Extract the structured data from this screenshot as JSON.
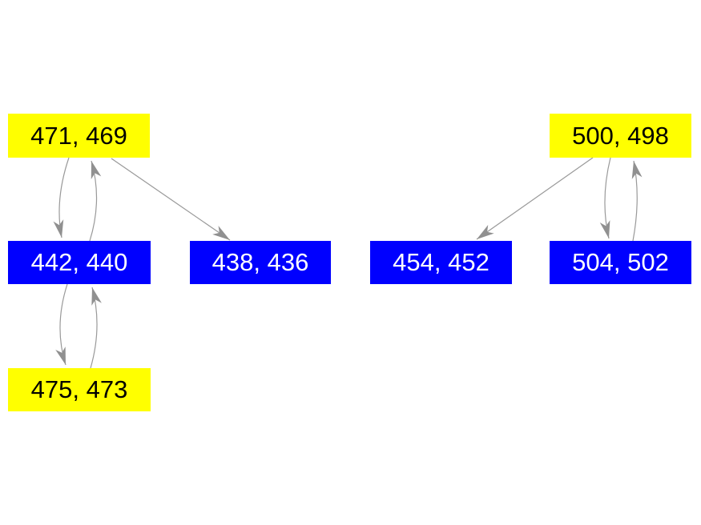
{
  "diagram": {
    "background_color": "#ffffff",
    "edge_color": "#999999",
    "arrowhead_color": "#909090",
    "node_fill_yellow": "#ffff00",
    "node_fill_blue": "#0000ff",
    "nodes": [
      {
        "id": "node-471-469",
        "label": "471, 469",
        "fill": "#ffff00",
        "text_color": "#000000"
      },
      {
        "id": "node-500-498",
        "label": "500, 498",
        "fill": "#ffff00",
        "text_color": "#000000"
      },
      {
        "id": "node-442-440",
        "label": "442, 440",
        "fill": "#0000ff",
        "text_color": "#ffffff"
      },
      {
        "id": "node-438-436",
        "label": "438, 436",
        "fill": "#0000ff",
        "text_color": "#ffffff"
      },
      {
        "id": "node-454-452",
        "label": "454, 452",
        "fill": "#0000ff",
        "text_color": "#ffffff"
      },
      {
        "id": "node-504-502",
        "label": "504, 502",
        "fill": "#0000ff",
        "text_color": "#ffffff"
      },
      {
        "id": "node-475-473",
        "label": "475, 473",
        "fill": "#ffff00",
        "text_color": "#000000"
      }
    ],
    "edges": [
      {
        "from": "471, 469",
        "to": "442, 440",
        "style": "curved"
      },
      {
        "from": "442, 440",
        "to": "471, 469",
        "style": "curved"
      },
      {
        "from": "471, 469",
        "to": "438, 436",
        "style": "straight"
      },
      {
        "from": "442, 440",
        "to": "475, 473",
        "style": "curved"
      },
      {
        "from": "475, 473",
        "to": "442, 440",
        "style": "curved"
      },
      {
        "from": "500, 498",
        "to": "454, 452",
        "style": "straight"
      },
      {
        "from": "500, 498",
        "to": "504, 502",
        "style": "curved"
      },
      {
        "from": "504, 502",
        "to": "500, 498",
        "style": "curved"
      }
    ]
  }
}
